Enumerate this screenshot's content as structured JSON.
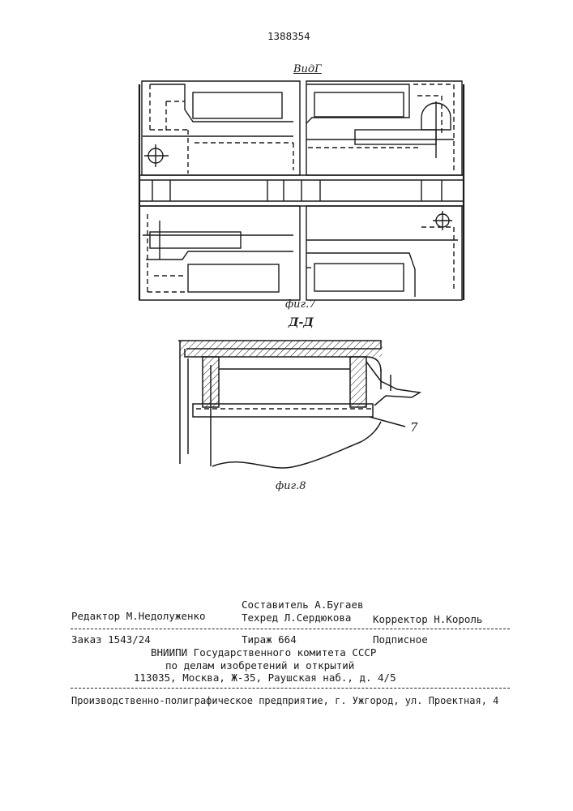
{
  "header": {
    "patent_number": "1388354"
  },
  "figure7": {
    "view_label": "ВидГ",
    "caption": "фиг.7"
  },
  "figure8": {
    "section_label": "Д-Д",
    "part_number": "7",
    "caption": "фиг.8"
  },
  "imprint": {
    "compiler": "Составитель А.Бугаев",
    "editor": "Редактор М.Недолуженко",
    "techred": "Техред Л.Сердюкова",
    "corrector": "Корректор Н.Король",
    "order": "Заказ 1543/24",
    "circulation": "Тираж 664",
    "subscription": "Подписное",
    "org_line1": "ВНИИПИ Государственного комитета СССР",
    "org_line2": "по делам изобретений и открытий",
    "org_address": "113035, Москва, Ж-35, Раушская наб., д. 4/5",
    "printer": "Производственно-полиграфическое предприятие, г. Ужгород, ул. Проектная, 4"
  }
}
